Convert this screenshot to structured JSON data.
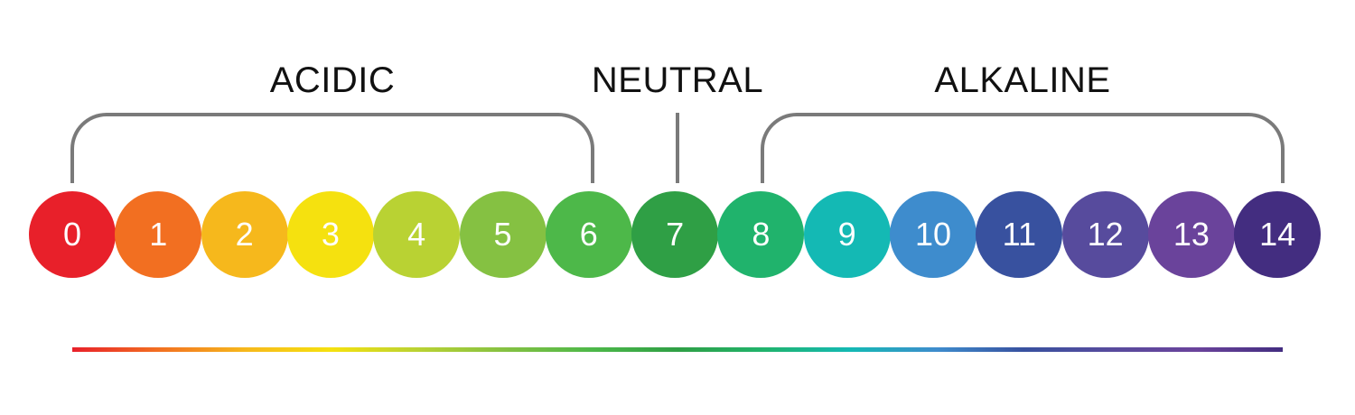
{
  "labels": {
    "acidic": "ACIDIC",
    "neutral": "NEUTRAL",
    "alkaline": "ALKALINE"
  },
  "scale": [
    {
      "value": "0",
      "color": "#e8202a"
    },
    {
      "value": "1",
      "color": "#f26f21"
    },
    {
      "value": "2",
      "color": "#f6b81c"
    },
    {
      "value": "3",
      "color": "#f5e10f"
    },
    {
      "value": "4",
      "color": "#b9d233"
    },
    {
      "value": "5",
      "color": "#85c142"
    },
    {
      "value": "6",
      "color": "#4db849"
    },
    {
      "value": "7",
      "color": "#2f9f45"
    },
    {
      "value": "8",
      "color": "#20b36c"
    },
    {
      "value": "9",
      "color": "#14b9b4"
    },
    {
      "value": "10",
      "color": "#3e8ccd"
    },
    {
      "value": "11",
      "color": "#38519f"
    },
    {
      "value": "12",
      "color": "#574b9d"
    },
    {
      "value": "13",
      "color": "#6a439b"
    },
    {
      "value": "14",
      "color": "#432d80"
    }
  ],
  "bracket_color": "#7a7a7a"
}
